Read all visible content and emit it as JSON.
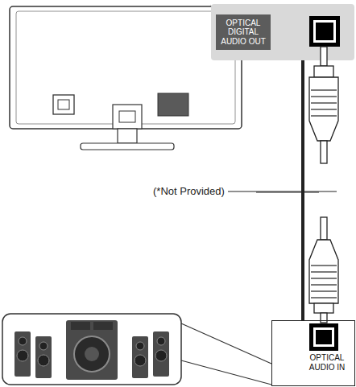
{
  "diagram": {
    "nodes": [
      {
        "text": [
          "OPTICAL DIGITAL AUDIO OUT"
        ]
      },
      {
        "text": [
          "OPTICAL AUDIO IN"
        ]
      }
    ],
    "edges": [
      {
        "from": 0,
        "to": 1,
        "arrow": "none"
      }
    ],
    "labels": [
      "(*Not Provided)"
    ]
  }
}
